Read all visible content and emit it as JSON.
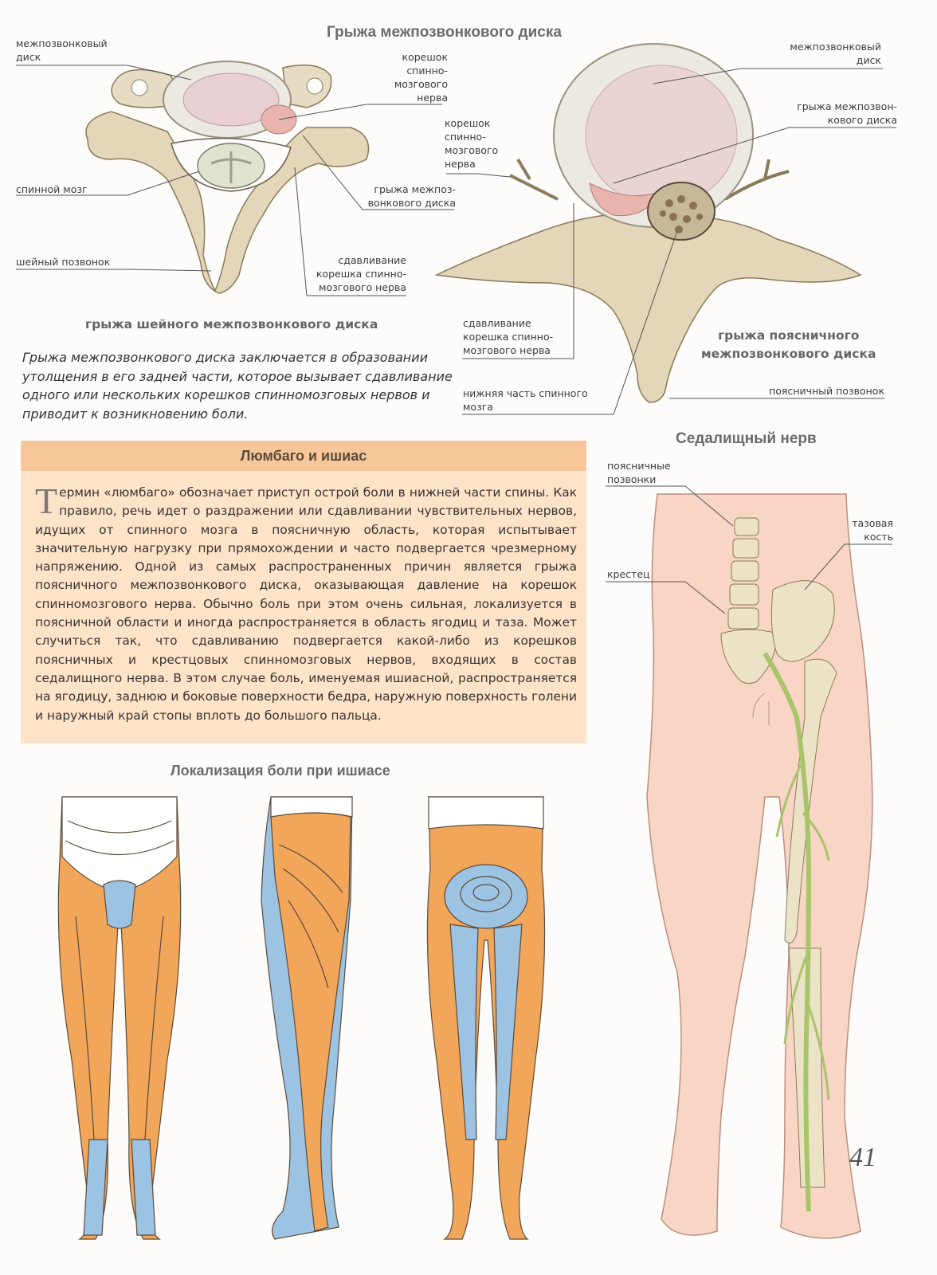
{
  "header": {
    "title": "Грыжа межпозвонкового диска"
  },
  "cervical": {
    "labels": {
      "disc": "межпозвонковый\nдиск",
      "root": "корешок\nспинно-\nмозгового\nнерва",
      "spinal_cord": "спинной мозг",
      "hernia": "грыжа межпоз-\nвонкового диска",
      "vertebra": "шейный позвонок",
      "compression": "сдавливание\nкорешка спинно-\nмозгового нерва"
    },
    "caption": "грыжа шейного межпозвонкового диска"
  },
  "lumbar": {
    "labels": {
      "disc": "межпозвонковый\nдиск",
      "hernia": "грыжа межпозвон-\nкового диска",
      "root": "корешок\nспинно-\nмозгового\nнерва",
      "compression": "сдавливание\nкорешка спинно-\nмозгового нерва",
      "lower_cord": "нижняя часть спинного\nмозга",
      "vertebra": "поясничный позвонок"
    },
    "caption": "грыжа поясничного\nмежпозвонкового диска"
  },
  "intro_text": "Грыжа межпозвонкового диска заключается в образовании утолщения в его задней части, которое вызывает сдавливание одного или нескольких корешков спинномозговых нервов и приводит к возникновению боли.",
  "box": {
    "title": "Люмбаго и ишиас",
    "dropcap": "Т",
    "text": "ермин «люмбаго» обозначает приступ острой боли в нижней части спины. Как правило, речь идет о раздражении или сдавливании чувствительных нервов, идущих от спинного мозга в поясничную область, которая испытывает значительную нагрузку при прямохождении и часто подвергается чрезмерному напряжению. Одной из самых распространенных причин является грыжа поясничного межпозвонкового диска, оказывающая давление на корешок спинномозгового нерва. Обычно боль при этом очень сильная, локализуется в поясничной области и иногда распространяется в область ягодиц и таза. Может случиться так, что сдавливанию подвергается какой-либо из корешков поясничных и крестцовых спинномозговых нервов, входящих в состав седалищного нерва. В этом случае боль, именуемая ишиасной, распространяется на ягодицу, заднюю и боковые поверхности бедра, наружную поверхность голени и наружный край стопы вплоть до большого пальца."
  },
  "sciatic": {
    "title": "Седалищный нерв",
    "labels": {
      "lumbar_vertebrae": "поясничные\nпозвонки",
      "pelvic_bone": "тазовая\nкость",
      "sacrum": "крестец"
    }
  },
  "pain_map": {
    "title": "Локализация боли при ишиасе"
  },
  "page_number": "41",
  "colors": {
    "bone": "#e6dcc4",
    "disc": "#ece8e2",
    "hernia": "#e8b4ad",
    "skin": "#f8d5c4",
    "nerve": "#a9c46a",
    "pain_orange": "#f2a65a",
    "pain_blue": "#9dc3e2"
  }
}
